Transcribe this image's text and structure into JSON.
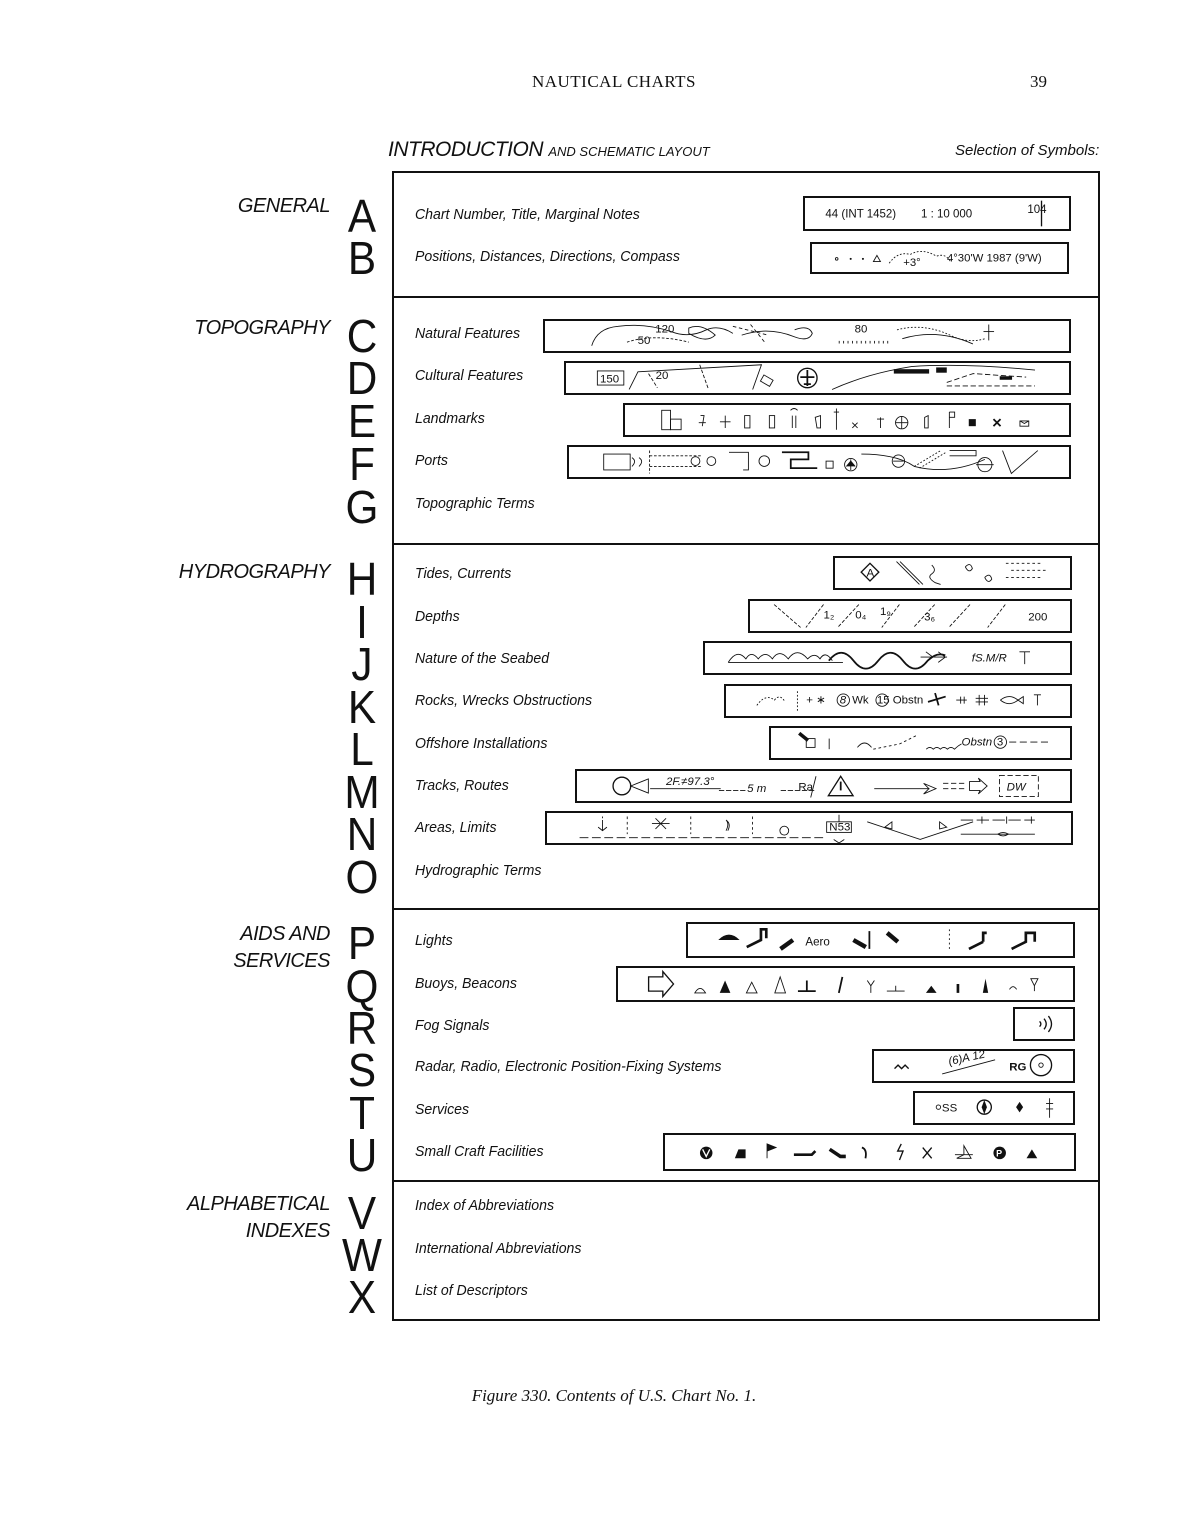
{
  "header": {
    "title": "NAUTICAL CHARTS",
    "page_number": "39"
  },
  "intro": {
    "title_main": "INTRODUCTION",
    "title_small": "AND SCHEMATIC LAYOUT",
    "selection": "Selection of Symbols:"
  },
  "sections": [
    {
      "label_lines": [
        "GENERAL"
      ]
    },
    {
      "label_lines": [
        "TOPOGRAPHY"
      ]
    },
    {
      "label_lines": [
        "HYDROGRAPHY"
      ]
    },
    {
      "label_lines": [
        "AIDS AND",
        "SERVICES"
      ]
    },
    {
      "label_lines": [
        "ALPHABETICAL",
        "INDEXES"
      ]
    }
  ],
  "entries": [
    {
      "letter": "A",
      "text": "Chart Number, Title, Marginal Notes"
    },
    {
      "letter": "B",
      "text": "Positions, Distances, Directions, Compass"
    },
    {
      "letter": "C",
      "text": "Natural Features"
    },
    {
      "letter": "D",
      "text": "Cultural Features"
    },
    {
      "letter": "E",
      "text": "Landmarks"
    },
    {
      "letter": "F",
      "text": "Ports"
    },
    {
      "letter": "G",
      "text": "Topographic Terms"
    },
    {
      "letter": "H",
      "text": "Tides, Currents"
    },
    {
      "letter": "I",
      "text": "Depths"
    },
    {
      "letter": "J",
      "text": "Nature of the Seabed"
    },
    {
      "letter": "K",
      "text": "Rocks, Wrecks  Obstructions"
    },
    {
      "letter": "L",
      "text": "Offshore Installations"
    },
    {
      "letter": "M",
      "text": "Tracks, Routes"
    },
    {
      "letter": "N",
      "text": "Areas, Limits"
    },
    {
      "letter": "O",
      "text": "Hydrographic Terms"
    },
    {
      "letter": "P",
      "text": "Lights"
    },
    {
      "letter": "Q",
      "text": "Buoys, Beacons"
    },
    {
      "letter": "R",
      "text": "Fog Signals"
    },
    {
      "letter": "S",
      "text": "Radar, Radio, Electronic Position-Fixing Systems"
    },
    {
      "letter": "T",
      "text": "Services"
    },
    {
      "letter": "U",
      "text": "Small Craft Facilities"
    },
    {
      "letter": "V",
      "text": "Index of Abbreviations"
    },
    {
      "letter": "W",
      "text": "International Abbreviations"
    },
    {
      "letter": "X",
      "text": "List of Descriptors"
    }
  ],
  "symbol_text": {
    "chart_number": "44 (INT 1452)",
    "scale": "1 : 10 000",
    "margin_number": "104",
    "variation": "+3°",
    "position": "4°30'W 1987 (9'W)",
    "contour_120": "120",
    "contour_80": "80",
    "contour_50": "50",
    "cultural_150": "150",
    "cultural_20": "20",
    "tidal_station": "A",
    "depth_200": "200",
    "seabed": "fS.M/R",
    "wreck_depth": "8",
    "wreck": "Wk",
    "obstn_depth": "15",
    "obstn": "Obstn",
    "offshore_obstn": "Obstn",
    "offshore_depth": "3",
    "track_bearing": "2F.≠97.3°",
    "track_depth": "5 m",
    "radar_mark": "Ra",
    "deep_water": "DW",
    "area_label": "N53",
    "aero_light": "Aero",
    "racon": "(6)A 12",
    "radar_beacon": "RG",
    "signal_station": "SS"
  }
}
